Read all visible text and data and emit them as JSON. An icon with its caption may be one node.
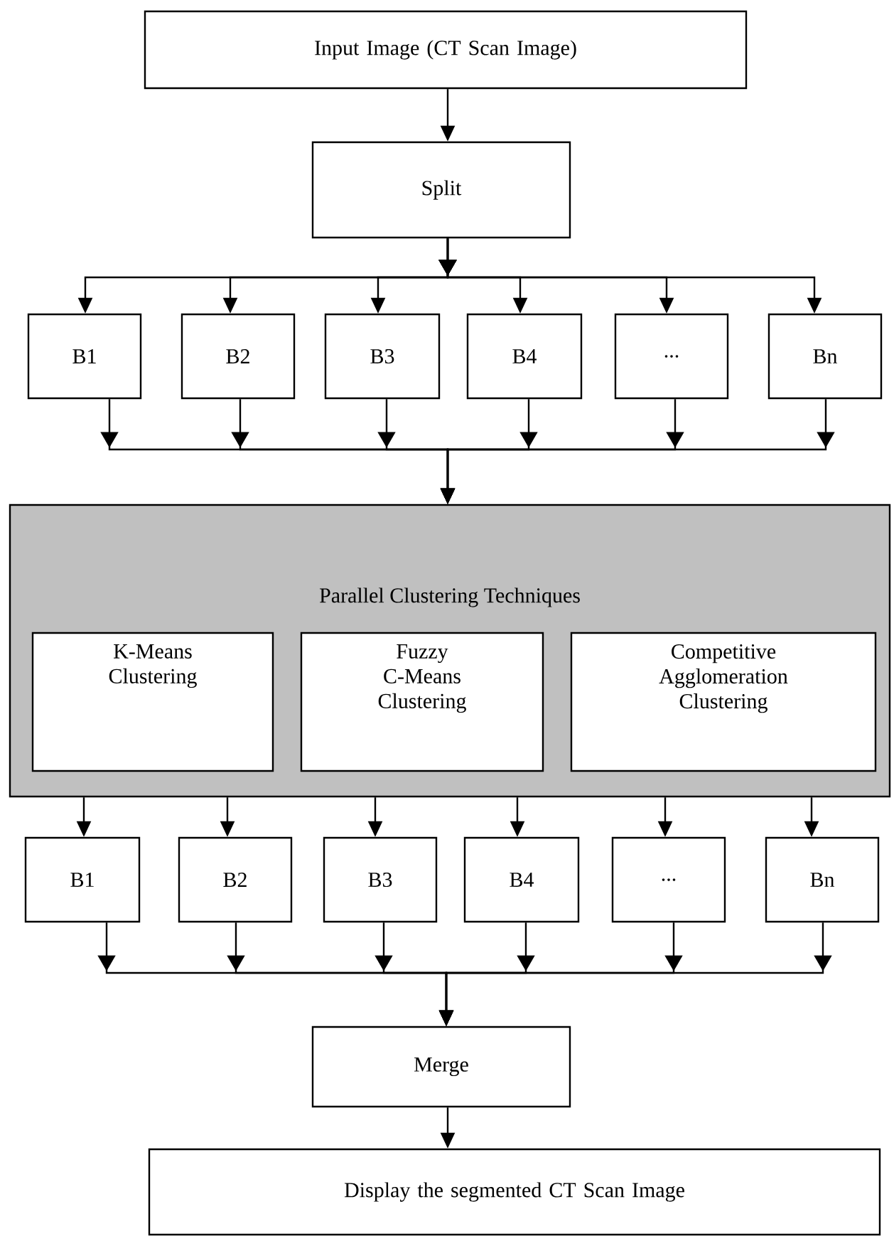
{
  "diagram": {
    "nodes": [
      {
        "text": [
          "Input Image (CT Scan Image)"
        ]
      },
      {
        "text": [
          "Split"
        ]
      },
      {
        "text": [
          "B1"
        ]
      },
      {
        "text": [
          "B2"
        ]
      },
      {
        "text": [
          "B3"
        ]
      },
      {
        "text": [
          "B4"
        ]
      },
      {
        "text": [
          "..."
        ]
      },
      {
        "text": [
          "Bn"
        ]
      },
      {
        "text": [
          "Parallel Clustering Techniques"
        ]
      },
      {
        "text": [
          "K-Means Clustering"
        ],
        "in": 8
      },
      {
        "text": [
          "Fuzzy C-Means Clustering"
        ],
        "in": 8
      },
      {
        "text": [
          "Competitive Agglomeration Clustering"
        ],
        "in": 8
      },
      {
        "text": [
          "B1"
        ]
      },
      {
        "text": [
          "B2"
        ]
      },
      {
        "text": [
          "B3"
        ]
      },
      {
        "text": [
          "B4"
        ]
      },
      {
        "text": [
          "..."
        ]
      },
      {
        "text": [
          "Bn"
        ]
      },
      {
        "text": [
          "Merge"
        ]
      },
      {
        "text": [
          "Display the segmented CT Scan Image"
        ]
      }
    ],
    "edges": [
      {
        "from": 0,
        "to": 1,
        "arrow": "to"
      },
      {
        "from": 1,
        "to": 2,
        "arrow": "to"
      },
      {
        "from": 1,
        "to": 3,
        "arrow": "to"
      },
      {
        "from": 1,
        "to": 4,
        "arrow": "to"
      },
      {
        "from": 1,
        "to": 5,
        "arrow": "to"
      },
      {
        "from": 1,
        "to": 6,
        "arrow": "to"
      },
      {
        "from": 1,
        "to": 7,
        "arrow": "to"
      },
      {
        "from": 2,
        "to": 8,
        "arrow": "to"
      },
      {
        "from": 3,
        "to": 8,
        "arrow": "to"
      },
      {
        "from": 4,
        "to": 8,
        "arrow": "to"
      },
      {
        "from": 5,
        "to": 8,
        "arrow": "to"
      },
      {
        "from": 6,
        "to": 8,
        "arrow": "to"
      },
      {
        "from": 7,
        "to": 8,
        "arrow": "to"
      },
      {
        "from": 8,
        "to": 12,
        "arrow": "to"
      },
      {
        "from": 8,
        "to": 13,
        "arrow": "to"
      },
      {
        "from": 8,
        "to": 14,
        "arrow": "to"
      },
      {
        "from": 8,
        "to": 15,
        "arrow": "to"
      },
      {
        "from": 8,
        "to": 16,
        "arrow": "to"
      },
      {
        "from": 8,
        "to": 17,
        "arrow": "to"
      },
      {
        "from": 12,
        "to": 18,
        "arrow": "to"
      },
      {
        "from": 13,
        "to": 18,
        "arrow": "to"
      },
      {
        "from": 14,
        "to": 18,
        "arrow": "to"
      },
      {
        "from": 15,
        "to": 18,
        "arrow": "to"
      },
      {
        "from": 16,
        "to": 18,
        "arrow": "to"
      },
      {
        "from": 17,
        "to": 18,
        "arrow": "to"
      },
      {
        "from": 18,
        "to": 19,
        "arrow": "to"
      }
    ]
  }
}
